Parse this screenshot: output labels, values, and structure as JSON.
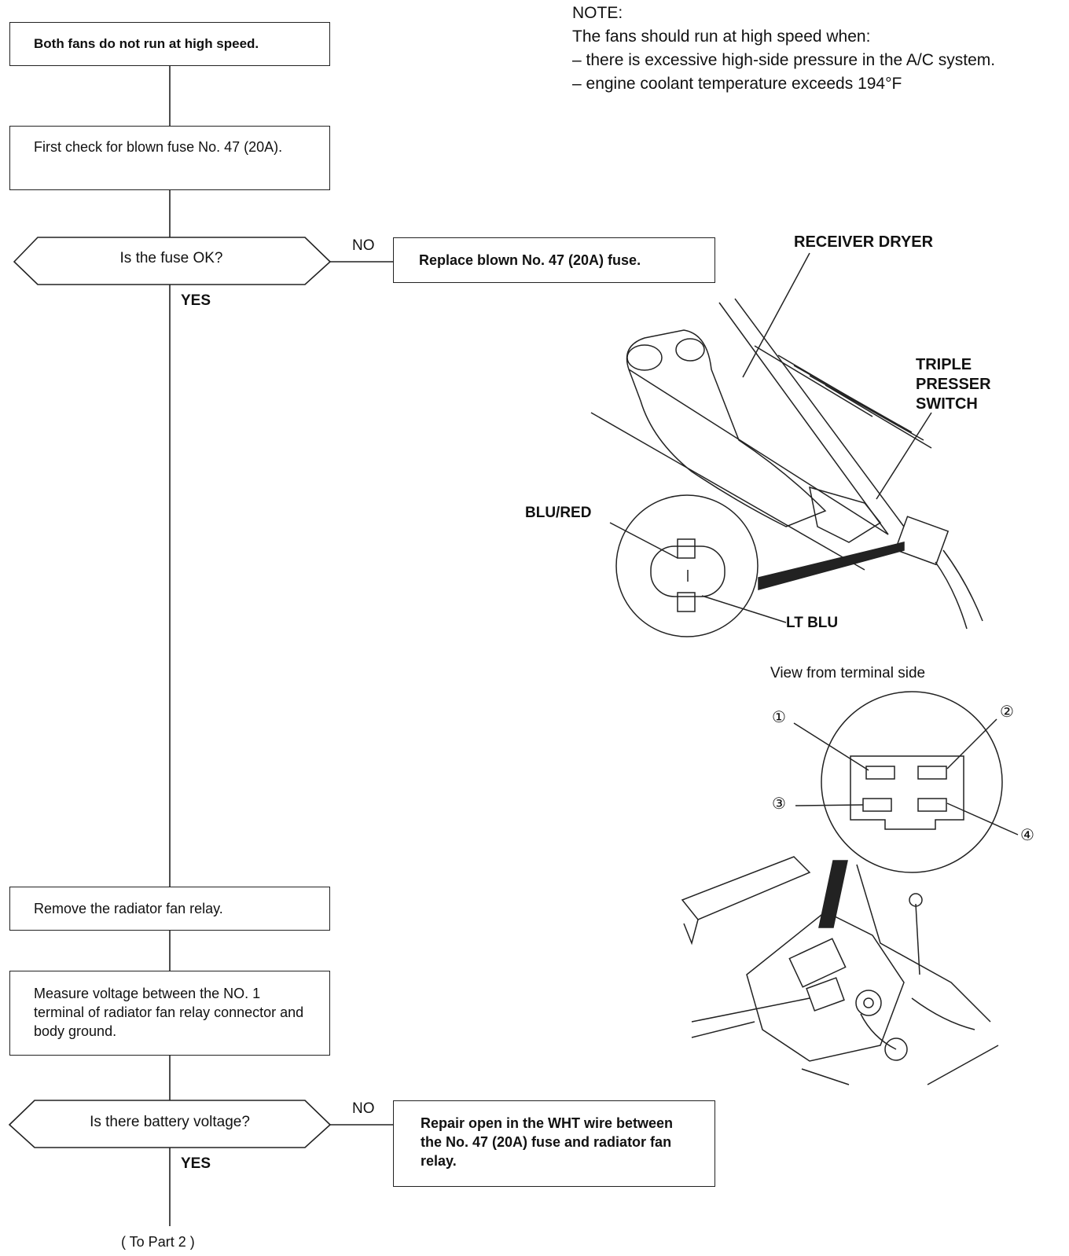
{
  "flowchart": {
    "step1": "Both fans do not run at high speed.",
    "step2": "First check for blown fuse No. 47 (20A).",
    "decision1": "Is the fuse OK?",
    "decision1_no_label": "NO",
    "decision1_yes_label": "YES",
    "action1": "Replace blown No. 47 (20A) fuse.",
    "step3": "Remove the radiator fan relay.",
    "step4": "Measure voltage between the NO. 1 terminal of radiator fan relay connector and body ground.",
    "decision2": "Is there battery voltage?",
    "decision2_no_label": "NO",
    "decision2_yes_label": "YES",
    "action2": "Repair open in the WHT wire between the No. 47 (20A) fuse and radiator fan relay.",
    "continuation": "( To Part 2 )"
  },
  "note": {
    "heading": "NOTE:",
    "intro": "The fans should run at high speed when:",
    "items": [
      "– there is excessive high-side pressure in the A/C system.",
      "– engine coolant temperature exceeds 194°F"
    ]
  },
  "diagram1": {
    "receiver_dryer": "RECEIVER DRYER",
    "triple_switch": [
      "TRIPLE",
      "PRESSER",
      "SWITCH"
    ],
    "blu_red": "BLU/RED",
    "lt_blu": "LT BLU"
  },
  "diagram2": {
    "caption": "View from terminal side",
    "terminals": [
      "①",
      "②",
      "③",
      "④"
    ]
  }
}
